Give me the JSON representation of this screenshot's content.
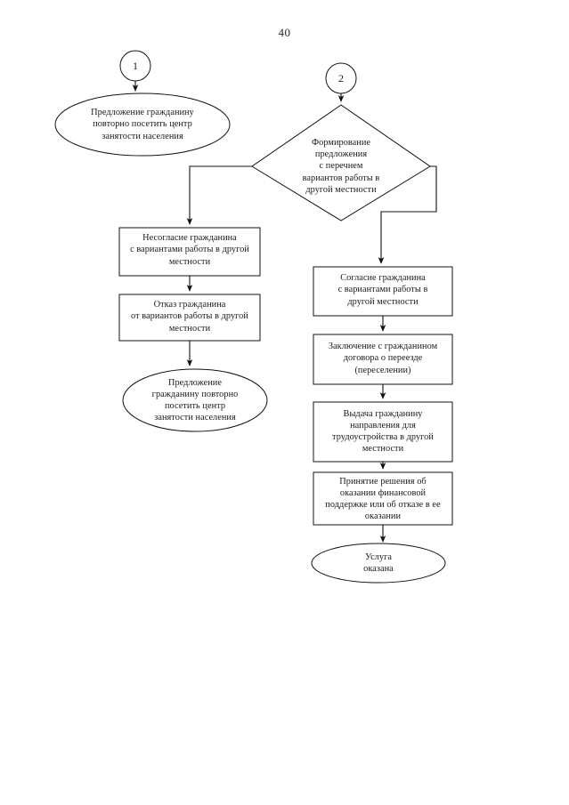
{
  "document": {
    "page_number": "40",
    "type": "flowchart",
    "language": "ru"
  },
  "nodes": {
    "connector_1": {
      "label": "1",
      "shape": "circle"
    },
    "connector_2": {
      "label": "2",
      "shape": "circle"
    },
    "offer_visit_top": {
      "shape": "ellipse",
      "lines": [
        "Предложение гражданину",
        "повторно посетить центр",
        "занятости населения"
      ]
    },
    "decision_form_offer": {
      "shape": "diamond",
      "lines": [
        "Формирование",
        "предложения",
        "с перечнем",
        "вариантов работы в",
        "другой местности"
      ]
    },
    "disagreement": {
      "shape": "rect",
      "lines": [
        "Несогласие гражданина",
        "с вариантами работы в другой",
        "местности"
      ]
    },
    "refusal": {
      "shape": "rect",
      "lines": [
        "Отказ гражданина",
        "от вариантов работы в другой",
        "местности"
      ]
    },
    "offer_visit_bottom": {
      "shape": "ellipse",
      "lines": [
        "Предложение",
        "гражданину повторно",
        "посетить центр",
        "занятости населения"
      ]
    },
    "agreement": {
      "shape": "rect",
      "lines": [
        "Согласие гражданина",
        "с вариантами работы в",
        "другой местности"
      ]
    },
    "contract": {
      "shape": "rect",
      "lines": [
        "Заключение с гражданином",
        "договора о переезде",
        "(переселении)"
      ]
    },
    "referral": {
      "shape": "rect",
      "lines": [
        "Выдача гражданину",
        "направления для",
        "трудоустройства в другой",
        "местности"
      ]
    },
    "decision_support": {
      "shape": "rect",
      "lines": [
        "Принятие решения об",
        "оказании финансовой",
        "поддержке или об отказе в ее",
        "оказании"
      ]
    },
    "service_rendered": {
      "shape": "ellipse",
      "lines": [
        "Услуга",
        "оказана"
      ]
    }
  },
  "colors": {
    "stroke": "#111111",
    "fill": "#ffffff",
    "text": "#1a1a1a"
  }
}
